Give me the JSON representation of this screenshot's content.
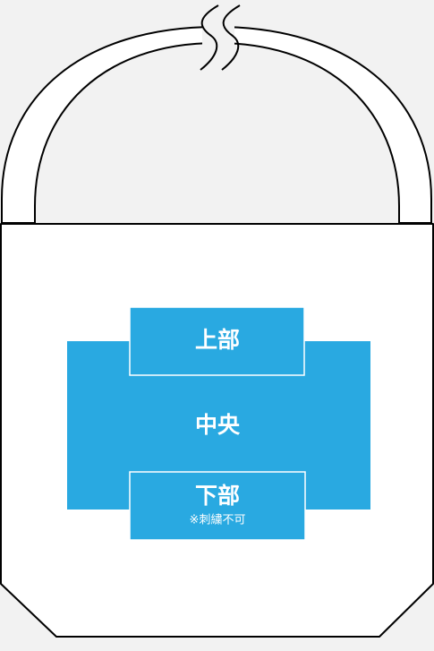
{
  "colors": {
    "background": "#f2f2f2",
    "bag_fill": "#ffffff",
    "outline": "#000000",
    "zone_fill": "#29a9e1",
    "zone_text": "#ffffff"
  },
  "zones": {
    "top": {
      "label": "上部"
    },
    "center": {
      "label": "中央"
    },
    "bottom": {
      "label": "下部",
      "note": "※刺繍不可"
    }
  }
}
